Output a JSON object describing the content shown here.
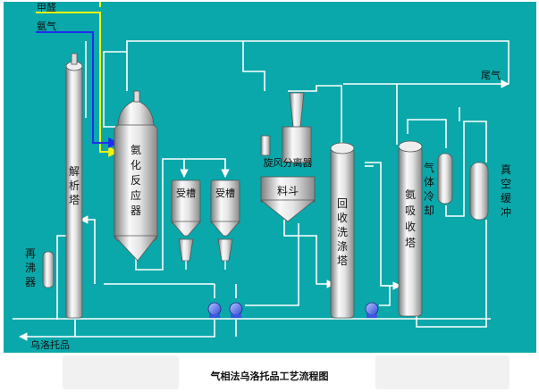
{
  "inputs": {
    "formaldehyde": "甲醛",
    "ammonia": "氨气"
  },
  "equipment": {
    "decomposition_tower": [
      "解",
      "析",
      "塔"
    ],
    "ammoniation_reactor": [
      "氨",
      "化",
      "反",
      "应",
      "器"
    ],
    "receiver_left": [
      "受",
      "槽"
    ],
    "receiver_right": [
      "受",
      "槽"
    ],
    "cyclone": "旋风分离器",
    "hopper": "料斗",
    "recovery_tower": [
      "回",
      "收",
      "洗",
      "涤",
      "塔"
    ],
    "absorption_tower": [
      "氨",
      "吸",
      "收",
      "塔"
    ],
    "gas_cooler": [
      "气",
      "体",
      "冷",
      "却"
    ],
    "vacuum_buffer": [
      "真",
      "空",
      "缓",
      "冲"
    ],
    "reboiler": [
      "再",
      "沸",
      "器"
    ]
  },
  "outputs": {
    "tail_gas": "尾气",
    "product": "乌洛托品"
  },
  "caption": "气相法乌洛托品工艺流程图",
  "colors": {
    "background": "#0aa8aa",
    "pipe": "#ffffff",
    "formaldehyde_line": "#f4f40a",
    "ammonia_line": "#1e2ef0",
    "vessel_light": "#f8f8f8",
    "vessel_shade": "#8a8a8a",
    "pump": "#4b6cf0"
  }
}
